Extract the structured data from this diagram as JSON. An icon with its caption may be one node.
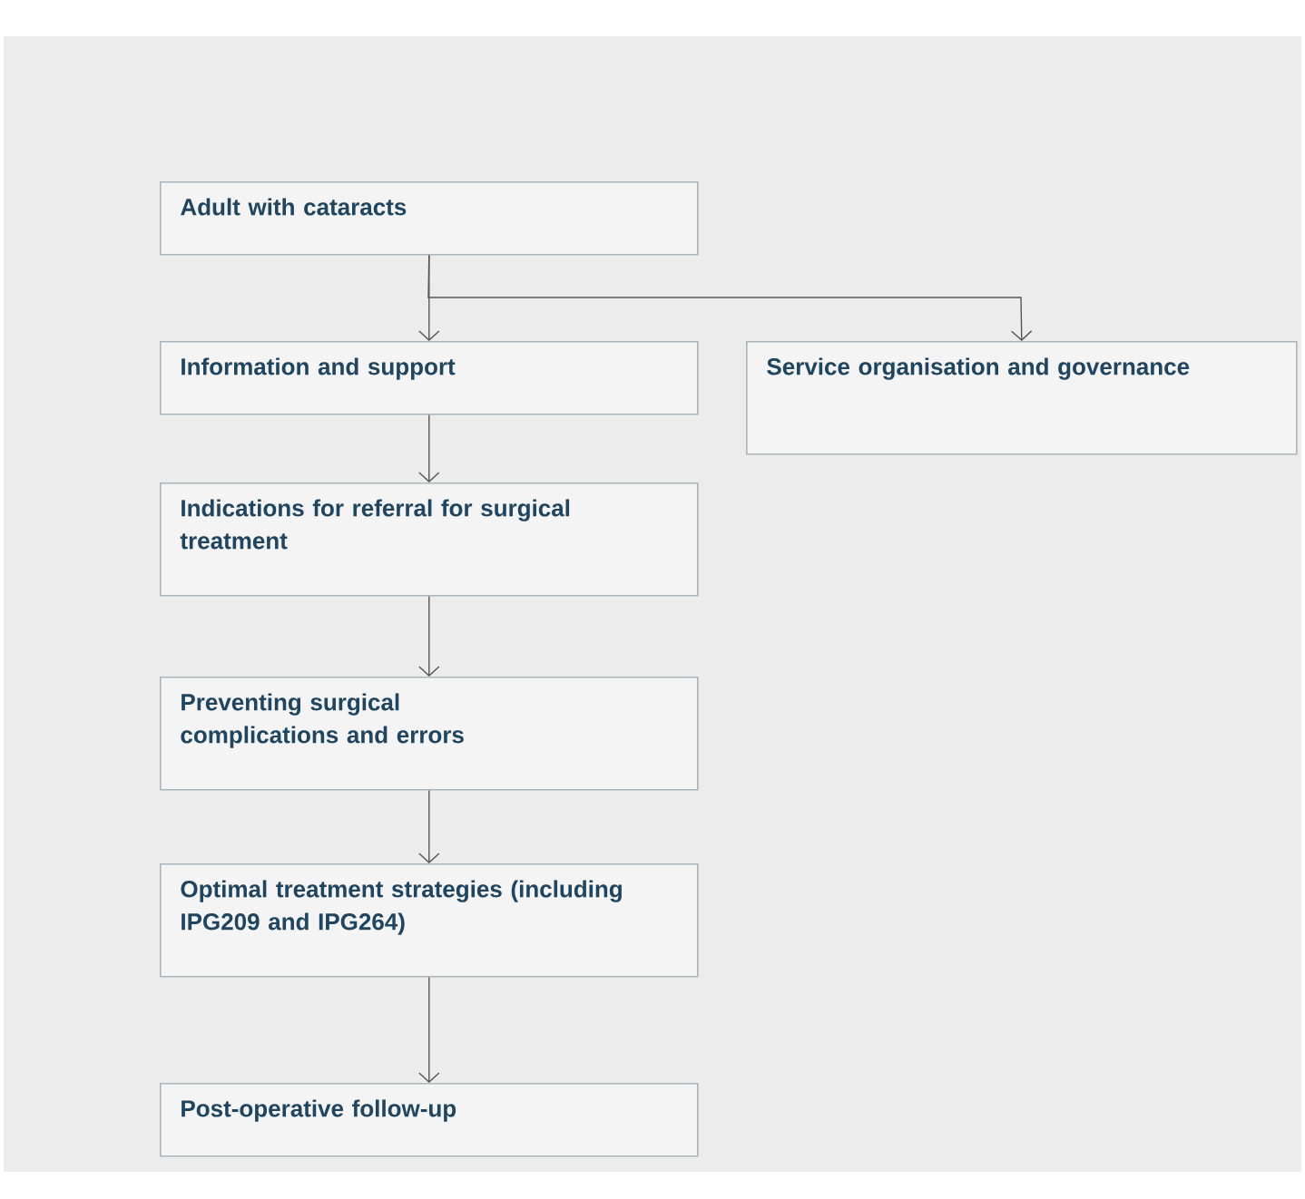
{
  "diagram": {
    "nodes": [
      {
        "text": [
          "Adult with cataracts"
        ]
      },
      {
        "text": [
          "Information and support"
        ]
      },
      {
        "text": [
          "Indications for referral for surgical treatment"
        ]
      },
      {
        "text": [
          "Preventing surgical complications and errors"
        ]
      },
      {
        "text": [
          "Optimal treatment strategies (including IPG209 and IPG264)"
        ]
      },
      {
        "text": [
          "Post-operative follow-up"
        ]
      },
      {
        "text": [
          "Service organisation and governance"
        ]
      }
    ],
    "edges": [
      {
        "from": 0,
        "to": 1,
        "arrow": "to"
      },
      {
        "from": 0,
        "to": 6,
        "arrow": "to"
      },
      {
        "from": 1,
        "to": 2,
        "arrow": "to"
      },
      {
        "from": 2,
        "to": 3,
        "arrow": "to"
      },
      {
        "from": 3,
        "to": 4,
        "arrow": "to"
      },
      {
        "from": 4,
        "to": 5,
        "arrow": "to"
      }
    ]
  }
}
